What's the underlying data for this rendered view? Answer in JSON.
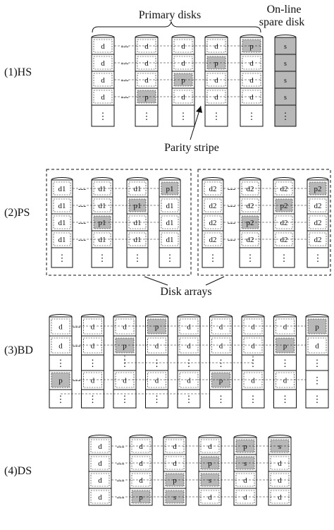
{
  "labels": {
    "primary_disks": "Primary disks",
    "online_spare_line1": "On-line",
    "online_spare_line2": "spare disk",
    "parity_stripe": "Parity stripe",
    "disk_arrays": "Disk arrays"
  },
  "sections": {
    "hs": {
      "label": "(1)HS"
    },
    "ps": {
      "label": "(2)PS"
    },
    "bd": {
      "label": "(3)BD"
    },
    "ds": {
      "label": "(4)DS"
    }
  },
  "symbols": {
    "ellipsis": "---",
    "vdots": "⋮"
  },
  "colors": {
    "shade": "#b8b8b8",
    "line": "#111111",
    "background": "#ffffff"
  },
  "hs_grid": [
    [
      "d",
      "d",
      "d",
      "d",
      "p"
    ],
    [
      "d",
      "d",
      "d",
      "p",
      "d"
    ],
    [
      "d",
      "d",
      "p",
      "d",
      "d"
    ],
    [
      "d",
      "p",
      "d",
      "d",
      "d"
    ]
  ],
  "hs_spare": [
    "s",
    "s",
    "s",
    "s"
  ],
  "ps_array1": [
    [
      "d1",
      "d1",
      "d1",
      "p1"
    ],
    [
      "d1",
      "d1",
      "p1",
      "d1"
    ],
    [
      "d1",
      "p1",
      "d1",
      "d1"
    ],
    [
      "d1",
      "d1",
      "d1",
      "d1"
    ]
  ],
  "ps_array2": [
    [
      "d2",
      "d2",
      "d2",
      "p2"
    ],
    [
      "d2",
      "d2",
      "p2",
      "d2"
    ],
    [
      "d2",
      "p2",
      "d2",
      "d2"
    ],
    [
      "d2",
      "d2",
      "d2",
      "d2"
    ]
  ],
  "bd_grid": [
    [
      "d",
      "d",
      "d",
      "p",
      "d",
      "d",
      "d",
      "d",
      "p"
    ],
    [
      "d",
      "d",
      "p",
      "d",
      "d",
      "d",
      "d",
      "p",
      "d"
    ],
    [
      "",
      "",
      "",
      "",
      "",
      "",
      "",
      "",
      ""
    ],
    [
      "p",
      "d",
      "d",
      "d",
      "d",
      "p",
      "d",
      "d",
      ""
    ],
    [
      "",
      "",
      "",
      "",
      "",
      "",
      "",
      "",
      ""
    ]
  ],
  "ds_grid": [
    [
      "d",
      "d",
      "d",
      "d",
      "p",
      "s"
    ],
    [
      "d",
      "d",
      "d",
      "p",
      "s",
      "d"
    ],
    [
      "d",
      "d",
      "p",
      "s",
      "d",
      "d"
    ],
    [
      "d",
      "p",
      "s",
      "d",
      "d",
      "d"
    ]
  ]
}
